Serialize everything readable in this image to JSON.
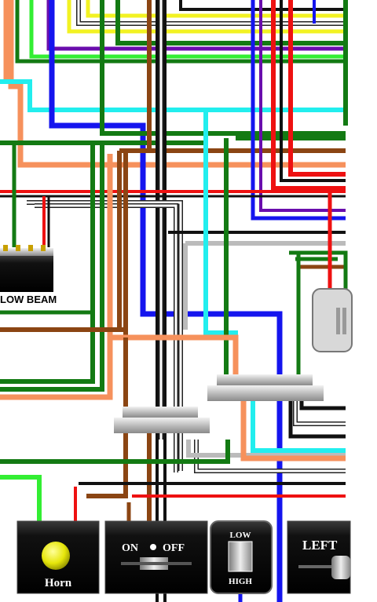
{
  "colors": {
    "background": "#ffffff",
    "red": "#ee1111",
    "blue": "#1515ee",
    "green": "#137a13",
    "light_green": "#33ee33",
    "brown": "#8b4513",
    "orange": "#f6915c",
    "cyan": "#22eeee",
    "yellow": "#f2f222",
    "purple": "#6a0dad",
    "black": "#111111",
    "grey": "#bbbbbb",
    "white_wire_outline": "#222222",
    "switch_body": "#0d0d0d",
    "horn_knob": "#e6e60a"
  },
  "components": {
    "low_beam": {
      "label": "LOW BEAM",
      "icon": "headlight-bulb-connector-icon"
    },
    "horn_button": {
      "label": "Horn",
      "icon": "yellow-push-button-icon"
    },
    "light_switch": {
      "on_label": "ON",
      "off_label": "OFF",
      "icon": "slide-switch-icon"
    },
    "dip_switch": {
      "low_label": "LOW",
      "high_label": "HIGH",
      "icon": "rocker-switch-icon"
    },
    "indicator_switch": {
      "label": "LEFT",
      "icon": "indicator-slider-icon"
    },
    "connectors": [
      "connector-block-left",
      "connector-block-right"
    ],
    "relay_icon": "relay-module-icon"
  }
}
